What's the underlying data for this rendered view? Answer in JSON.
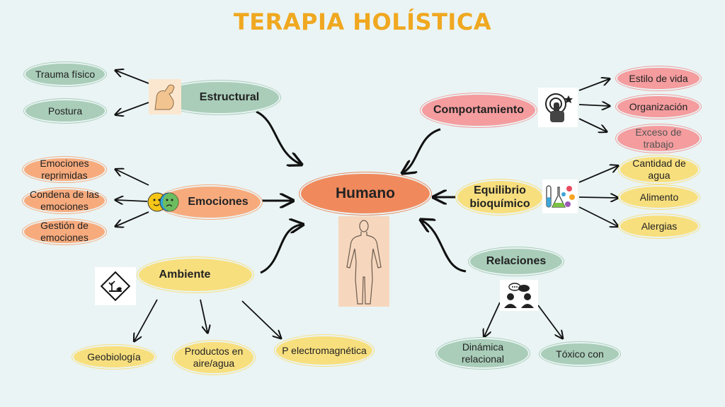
{
  "title": "TERAPIA HOLÍSTICA",
  "center": "Humano",
  "nodes": {
    "estructural": "Estructural",
    "trauma": "Trauma físico",
    "postura": "Postura",
    "emociones": "Emociones",
    "emo_reprimidas": "Emociones reprimidas",
    "emo_condena": "Condena de las emociones",
    "emo_gestion": "Gestión de emociones",
    "ambiente": "Ambiente",
    "geobiologia": "Geobiología",
    "productos": "Productos en aire/agua",
    "electromagnetica": "P electromagnética",
    "comportamiento": "Comportamiento",
    "estilo_vida": "Estilo de vida",
    "organizacion": "Organización",
    "exceso_trabajo": "Exceso de trabajo",
    "equilibrio": "Equilibrio bioquímico",
    "agua": "Cantidad de agua",
    "alimento": "Alimento",
    "alergias": "Alergias",
    "relaciones": "Relaciones",
    "dinamica": "Dinámica relacional",
    "toxico": "Tóxico con"
  },
  "colors": {
    "title": "#f0a820",
    "green": "#a9cdb9",
    "orange": "#f7ab7d",
    "yellow": "#f8df7e",
    "pink": "#f49c9e",
    "hub": "#f08a5d",
    "background": "#eaf4f4"
  },
  "icons": [
    "flexed-arm-icon",
    "emotion-faces-icon",
    "hazard-environment-icon",
    "touch-target-icon",
    "lab-flasks-icon",
    "people-talking-icon",
    "human-body-outline-icon"
  ]
}
